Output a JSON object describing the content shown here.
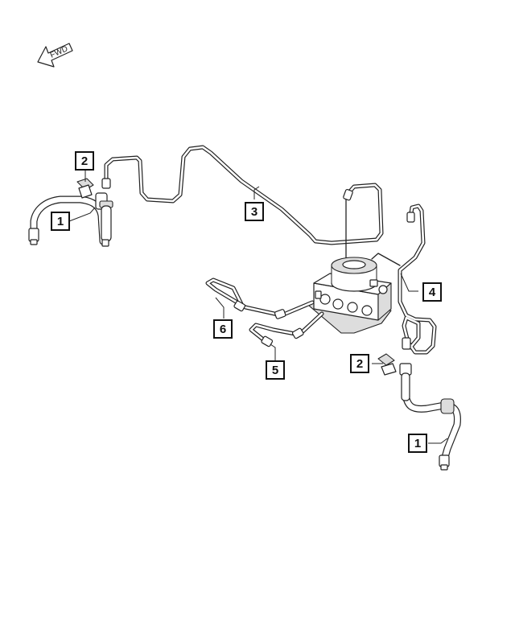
{
  "diagram": {
    "fwd_label": "FWD",
    "callouts": [
      {
        "id": "c1a",
        "label": "1"
      },
      {
        "id": "c2a",
        "label": "2"
      },
      {
        "id": "c3",
        "label": "3"
      },
      {
        "id": "c4",
        "label": "4"
      },
      {
        "id": "c2b",
        "label": "2"
      },
      {
        "id": "c6",
        "label": "6"
      },
      {
        "id": "c5",
        "label": "5"
      },
      {
        "id": "c1b",
        "label": "1"
      }
    ]
  }
}
